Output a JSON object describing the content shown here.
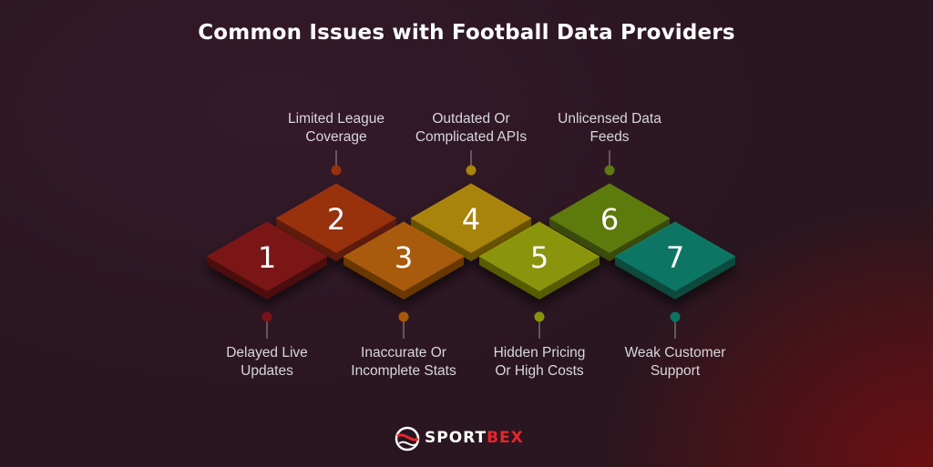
{
  "title": "Common Issues with Football Data Providers",
  "steps": [
    {
      "number": "1",
      "label_line1": "Delayed Live",
      "label_line2": "Updates",
      "color": "#7a1418",
      "label_position": "below"
    },
    {
      "number": "2",
      "label_line1": "Limited League",
      "label_line2": "Coverage",
      "color": "#97300f",
      "label_position": "above"
    },
    {
      "number": "3",
      "label_line1": "Inaccurate Or",
      "label_line2": "Incomplete Stats",
      "color": "#a85a08",
      "label_position": "below"
    },
    {
      "number": "4",
      "label_line1": "Outdated Or",
      "label_line2": "Complicated APIs",
      "color": "#a88408",
      "label_position": "above"
    },
    {
      "number": "5",
      "label_line1": "Hidden Pricing",
      "label_line2": "Or High Costs",
      "color": "#8a9508",
      "label_position": "below"
    },
    {
      "number": "6",
      "label_line1": "Unlicensed Data",
      "label_line2": "Feeds",
      "color": "#5d7a10",
      "label_position": "above"
    },
    {
      "number": "7",
      "label_line1": "Weak Customer",
      "label_line2": "Support",
      "color": "#0b7563",
      "label_position": "below"
    }
  ],
  "brand": {
    "part1": "SPORT",
    "part2": "BEX",
    "logo_icon": "sportbex-ball-icon"
  }
}
